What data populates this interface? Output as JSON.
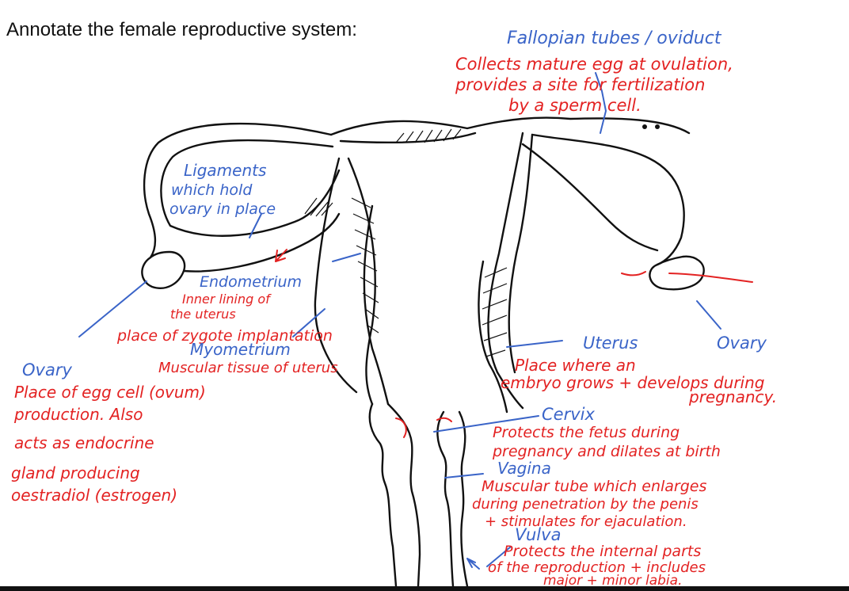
{
  "instruction": "Annotate the female reproductive system:",
  "labels": {
    "fallopian": {
      "name": "Fallopian tubes / oviduct",
      "desc": [
        "Collects mature egg at ovulation,",
        "provides a site for fertilization",
        "by a sperm cell."
      ]
    },
    "ligaments": {
      "name": [
        "Ligaments",
        "which hold",
        "ovary in place"
      ]
    },
    "endometrium": {
      "name": "Endometrium",
      "desc": [
        "Inner lining of",
        "the uterus",
        "place of zygote implantation"
      ]
    },
    "myometrium": {
      "name": "Myometrium",
      "desc": "Muscular tissue of uterus"
    },
    "ovary_left": {
      "name": "Ovary",
      "desc": [
        "Place of egg cell (ovum)",
        "production. Also",
        "acts as endocrine",
        "gland producing",
        "oestradiol (estrogen)"
      ]
    },
    "ovary_right": {
      "name": "Ovary"
    },
    "uterus": {
      "name": "Uterus",
      "desc": [
        "Place where an",
        "embryo grows + develops during",
        "pregnancy."
      ]
    },
    "cervix": {
      "name": "Cervix",
      "desc": [
        "Protects the fetus during",
        "pregnancy and dilates at birth"
      ]
    },
    "vagina": {
      "name": "Vagina",
      "desc": [
        "Muscular tube which enlarges",
        "during penetration by the penis",
        "+ stimulates for ejaculation."
      ]
    },
    "vulva": {
      "name": "Vulva",
      "desc": [
        "Protects the internal parts",
        "of the reproduction + includes",
        "major + minor labia."
      ]
    }
  },
  "colors": {
    "term": "#3a64c8",
    "description": "#e32222",
    "drawing": "#111111"
  }
}
